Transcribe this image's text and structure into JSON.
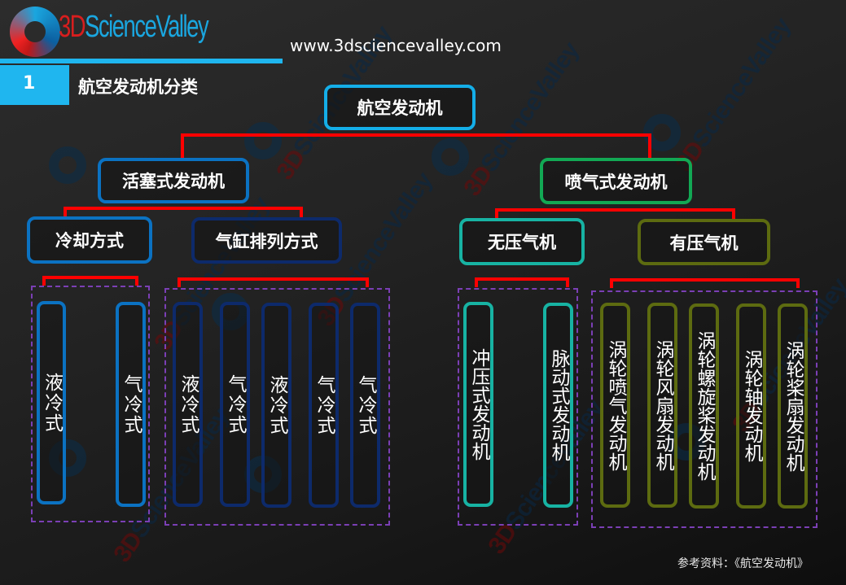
{
  "header": {
    "logo": {
      "prefix": "3D",
      "suffix": "ScienceValley"
    },
    "url": "www.3dsciencevalley.com",
    "section_number": "1",
    "section_title": "航空发动机分类"
  },
  "colors": {
    "accent_cyan": "#1fb6ef",
    "connector_red": "#ff0000",
    "group_dashed_purple": "#7b3fb5",
    "piston_blue": "#0b72c2",
    "cylinder_navy": "#0d2a6b",
    "jet_green": "#12a854",
    "teal": "#17b3a3",
    "olive": "#5d6b10"
  },
  "tree": {
    "root": "航空发动机",
    "piston": {
      "label": "活塞式发动机",
      "cooling": {
        "label": "冷却方式",
        "items": [
          "液冷式",
          "气冷式"
        ]
      },
      "cylinder": {
        "label": "气缸排列方式",
        "items": [
          "液冷式",
          "气冷式",
          "液冷式",
          "气冷式",
          "气冷式"
        ]
      }
    },
    "jet": {
      "label": "喷气式发动机",
      "no_compressor": {
        "label": "无压气机",
        "items": [
          "冲压式发动机",
          "脉动式发动机"
        ]
      },
      "compressor": {
        "label": "有压气机",
        "items": [
          "涡轮喷气发动机",
          "涡轮风扇发动机",
          "涡轮螺旋桨发动机",
          "涡轮轴发动机",
          "涡轮桨扇发动机"
        ]
      }
    }
  },
  "footer": {
    "reference": "参考资料：《航空发动机》"
  }
}
